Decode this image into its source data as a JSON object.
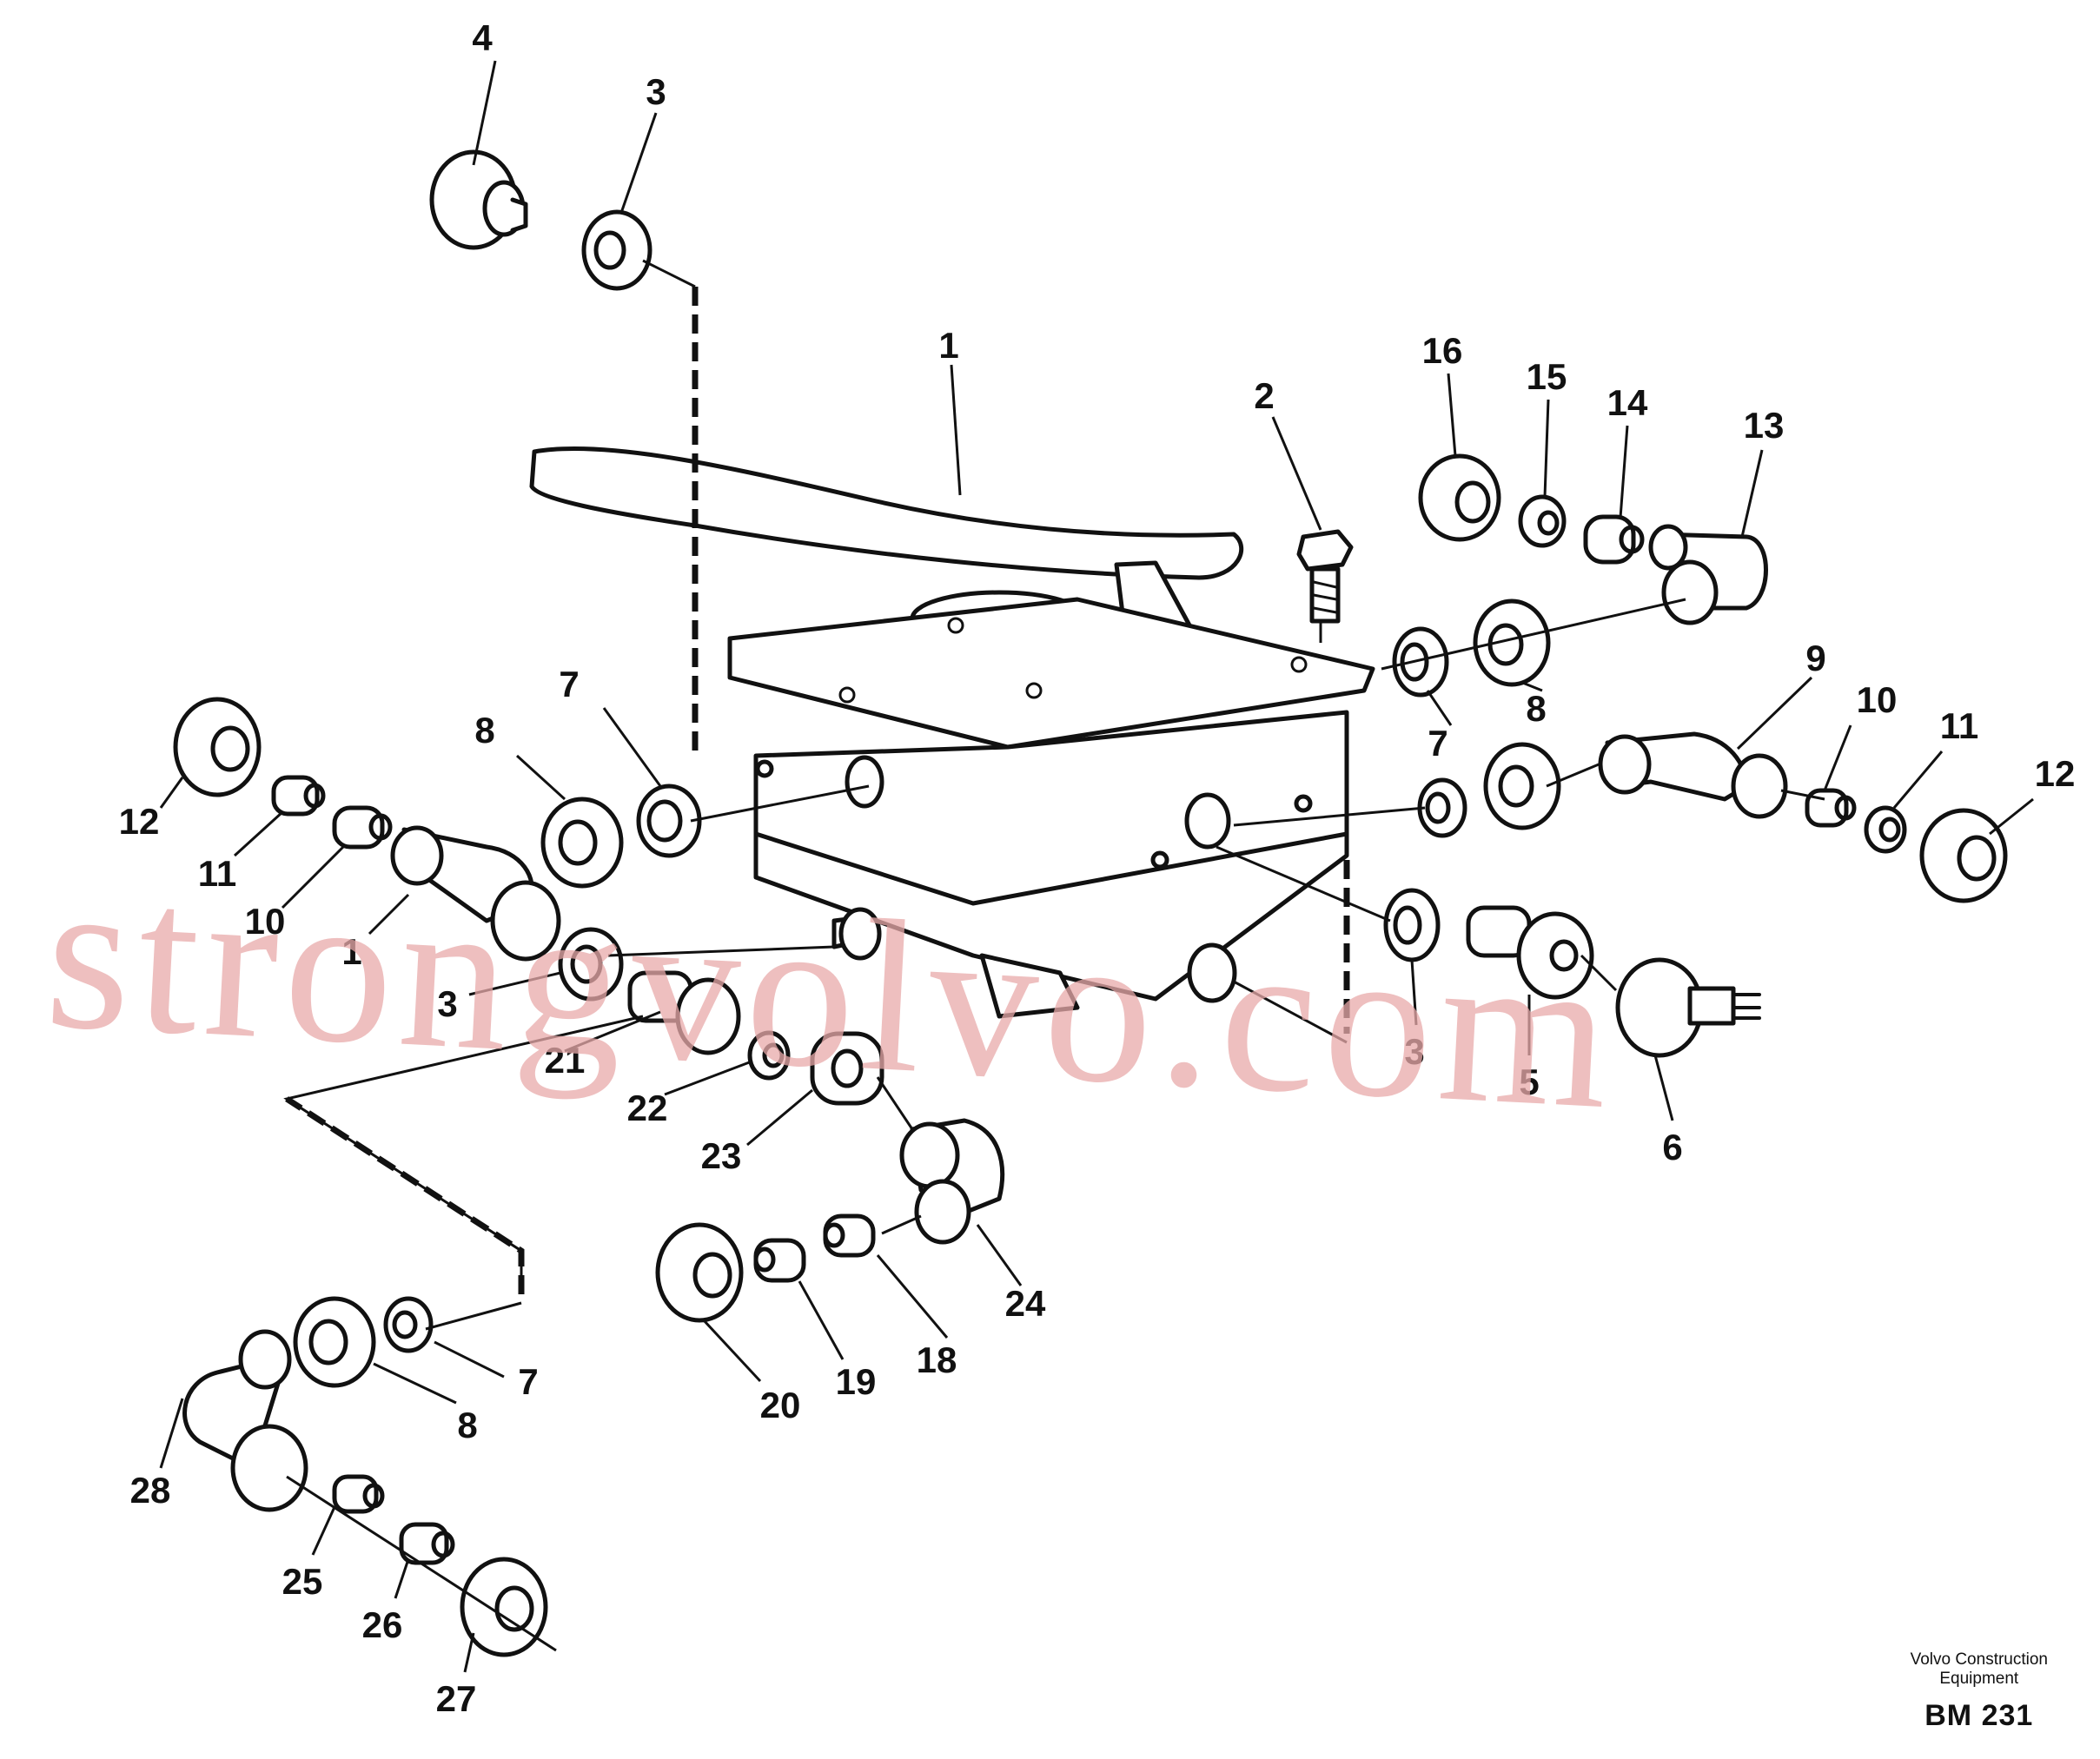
{
  "watermark_text": "strongvolvo.com",
  "footer": {
    "org_line1": "Volvo Construction",
    "org_line2": "Equipment",
    "drawing_code": "BM 231"
  },
  "callouts": [
    {
      "id": "c1",
      "text": "1"
    },
    {
      "id": "c2",
      "text": "2"
    },
    {
      "id": "c3a",
      "text": "3"
    },
    {
      "id": "c3b",
      "text": "3"
    },
    {
      "id": "c3c",
      "text": "3"
    },
    {
      "id": "c4",
      "text": "4"
    },
    {
      "id": "c5",
      "text": "5"
    },
    {
      "id": "c6",
      "text": "6"
    },
    {
      "id": "c7a",
      "text": "7"
    },
    {
      "id": "c7b",
      "text": "7"
    },
    {
      "id": "c7c",
      "text": "7"
    },
    {
      "id": "c8a",
      "text": "8"
    },
    {
      "id": "c8b",
      "text": "8"
    },
    {
      "id": "c8c",
      "text": "8"
    },
    {
      "id": "c9",
      "text": "9"
    },
    {
      "id": "c10a",
      "text": "10"
    },
    {
      "id": "c10b",
      "text": "10"
    },
    {
      "id": "c11a",
      "text": "11"
    },
    {
      "id": "c11b",
      "text": "11"
    },
    {
      "id": "c12a",
      "text": "12"
    },
    {
      "id": "c12b",
      "text": "12"
    },
    {
      "id": "c13",
      "text": "13"
    },
    {
      "id": "c14",
      "text": "14"
    },
    {
      "id": "c15",
      "text": "15"
    },
    {
      "id": "c16",
      "text": "16"
    },
    {
      "id": "c1b",
      "text": "1"
    },
    {
      "id": "c18",
      "text": "18"
    },
    {
      "id": "c19",
      "text": "19"
    },
    {
      "id": "c20",
      "text": "20"
    },
    {
      "id": "c21",
      "text": "21"
    },
    {
      "id": "c22",
      "text": "22"
    },
    {
      "id": "c23",
      "text": "23"
    },
    {
      "id": "c24",
      "text": "24"
    },
    {
      "id": "c25",
      "text": "25"
    },
    {
      "id": "c26",
      "text": "26"
    },
    {
      "id": "c27",
      "text": "27"
    },
    {
      "id": "c28",
      "text": "28"
    }
  ]
}
